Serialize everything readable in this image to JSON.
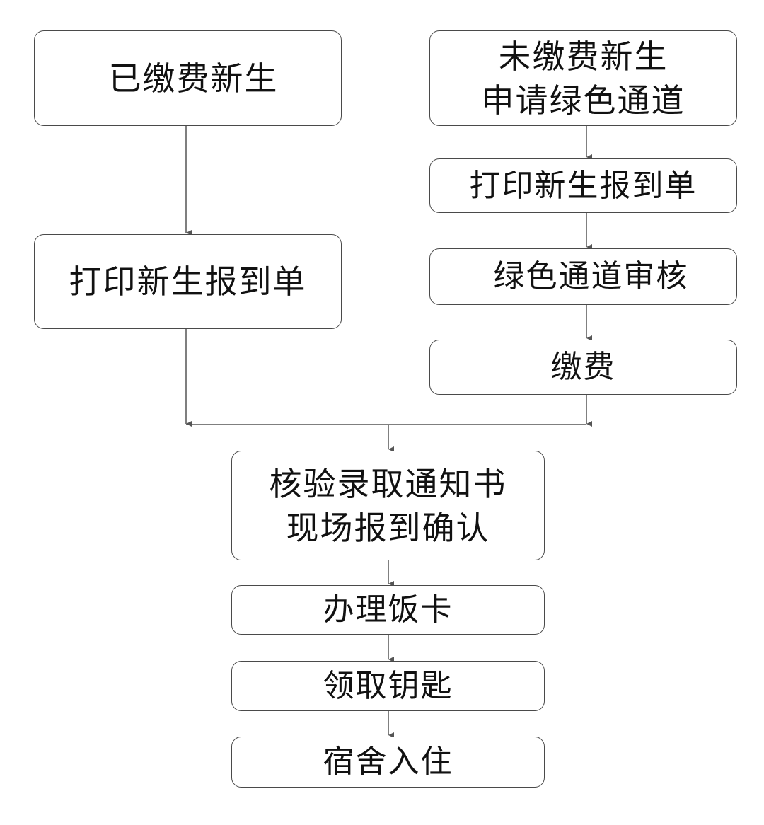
{
  "flowchart": {
    "left_branch": {
      "start": "已缴费新生",
      "print_form": "打印新生报到单"
    },
    "right_branch": {
      "start_line1": "未缴费新生",
      "start_line2": "申请绿色通道",
      "print_form": "打印新生报到单",
      "review": "绿色通道审核",
      "pay": "缴费"
    },
    "merged": {
      "verify_line1": "核验录取通知书",
      "verify_line2": "现场报到确认",
      "meal_card": "办理饭卡",
      "keys": "领取钥匙",
      "dorm": "宿舍入住"
    }
  },
  "colors": {
    "border": "#4a4a4a",
    "connector": "#555555",
    "text": "#111111"
  }
}
